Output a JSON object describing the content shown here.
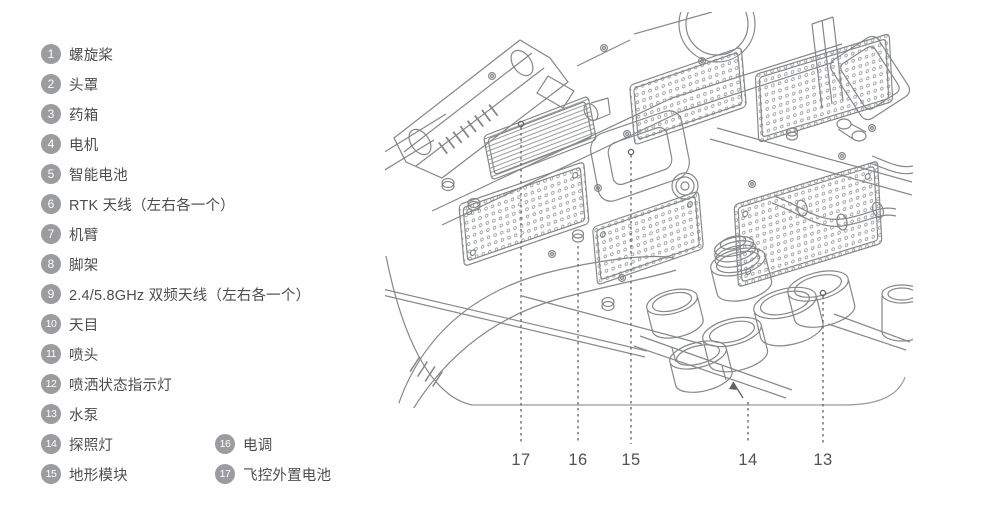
{
  "parts_list": {
    "items": [
      {
        "num": "1",
        "label": "螺旋桨"
      },
      {
        "num": "2",
        "label": "头罩"
      },
      {
        "num": "3",
        "label": "药箱"
      },
      {
        "num": "4",
        "label": "电机"
      },
      {
        "num": "5",
        "label": "智能电池"
      },
      {
        "num": "6",
        "label": "RTK 天线（左右各一个）"
      },
      {
        "num": "7",
        "label": "机臂"
      },
      {
        "num": "8",
        "label": "脚架"
      },
      {
        "num": "9",
        "label": "2.4/5.8GHz 双频天线（左右各一个）"
      },
      {
        "num": "10",
        "label": "天目"
      },
      {
        "num": "11",
        "label": "喷头"
      },
      {
        "num": "12",
        "label": "喷洒状态指示灯"
      },
      {
        "num": "13",
        "label": "水泵"
      },
      {
        "num": "14",
        "label": "探照灯"
      },
      {
        "num": "15",
        "label": "地形模块"
      }
    ],
    "items_col2": [
      {
        "num": "16",
        "label": "电调"
      },
      {
        "num": "17",
        "label": "飞控外置电池"
      }
    ]
  },
  "diagram": {
    "callouts": [
      {
        "num": "17"
      },
      {
        "num": "16"
      },
      {
        "num": "15"
      },
      {
        "num": "14"
      },
      {
        "num": "13"
      }
    ]
  },
  "colors": {
    "badge_gray": "#9b9ca0",
    "text_gray": "#4c4d50",
    "line_art_gray": "#85878a",
    "leader_gray": "#606164",
    "background": "#ffffff"
  }
}
